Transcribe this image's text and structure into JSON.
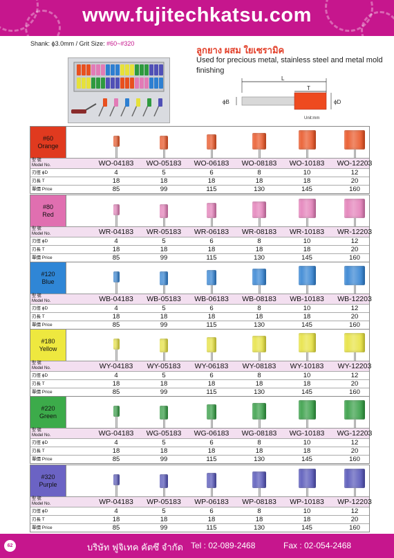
{
  "header": {
    "url": "www.fujitechkatsu.com",
    "bg": "#c6168d"
  },
  "shank": {
    "prefix": "Shank: ",
    "value": "ϕ3.0mm / Grit Size: ",
    "grit": "#60~#320"
  },
  "product": {
    "thai_title": "ลูกยาง ผสม ใยเซรามิค",
    "description": "Used for precious metal, stainless steel and metal mold finishing"
  },
  "diagram": {
    "l": "L",
    "t": "T",
    "phi_b": "ϕB",
    "phi_d": "ϕD",
    "unit": "Unit:mm"
  },
  "labels": {
    "model_th": "型 號",
    "model_en": "Model No.",
    "d": "刃徑 ϕD",
    "t": "刃長 T",
    "price": "單價 Price"
  },
  "sizes": {
    "D": [
      "4",
      "5",
      "6",
      "8",
      "10",
      "12"
    ],
    "T": [
      "18",
      "18",
      "18",
      "18",
      "18",
      "20"
    ],
    "price": [
      "85",
      "99",
      "115",
      "130",
      "145",
      "160"
    ]
  },
  "grades": [
    {
      "grit": "#60",
      "name": "Orange",
      "color": "#e8501f",
      "box": "#e03a1f",
      "models": [
        "WO-04183",
        "WO-05183",
        "WO-06183",
        "WO-08183",
        "WO-10183",
        "WO-12203"
      ]
    },
    {
      "grit": "#80",
      "name": "Red",
      "color": "#e27bb6",
      "box": "#e06fb0",
      "models": [
        "WR-04183",
        "WR-05183",
        "WR-06183",
        "WR-08183",
        "WR-10183",
        "WR-12203"
      ]
    },
    {
      "grit": "#120",
      "name": "Blue",
      "color": "#2d7fd1",
      "box": "#2f86d6",
      "models": [
        "WB-04183",
        "WB-05183",
        "WB-06183",
        "WB-08183",
        "WB-10183",
        "WB-12203"
      ]
    },
    {
      "grit": "#180",
      "name": "Yellow",
      "color": "#e6e13a",
      "box": "#eee83f",
      "models": [
        "WY-04183",
        "WY-05183",
        "WY-06183",
        "WY-08183",
        "WY-10183",
        "WY-12203"
      ]
    },
    {
      "grit": "#220",
      "name": "Green",
      "color": "#2e9a3e",
      "box": "#3cab4a",
      "models": [
        "WG-04183",
        "WG-05183",
        "WG-06183",
        "WG-08183",
        "WG-10183",
        "WG-12203"
      ]
    },
    {
      "grit": "#320",
      "name": "Purple",
      "color": "#5050b6",
      "box": "#6b63c4",
      "models": [
        "WP-04183",
        "WP-05183",
        "WP-06183",
        "WP-08183",
        "WP-10183",
        "WP-12203"
      ]
    }
  ],
  "footer": {
    "page": "62",
    "company": "บริษัท ฟูจิเทค คัตซึ จำกัด",
    "tel": "Tel : 02-089-2468",
    "fax": "Fax : 02-054-2468"
  }
}
